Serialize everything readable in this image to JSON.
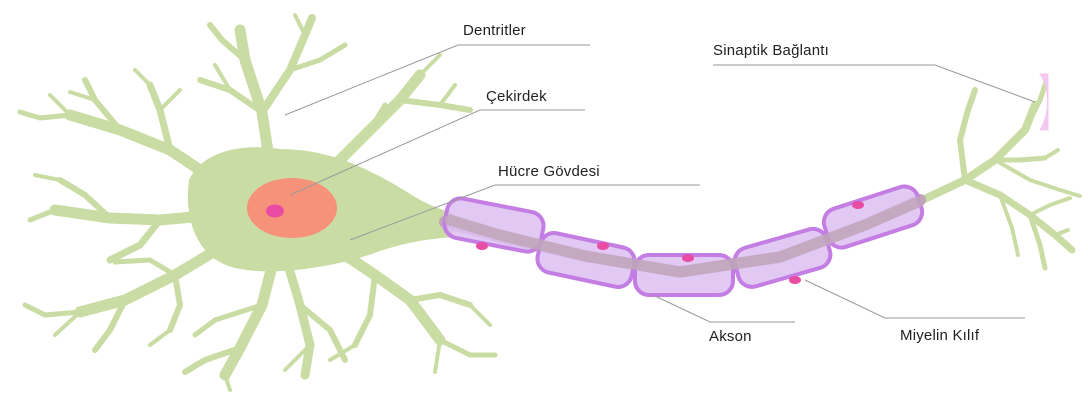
{
  "diagram": {
    "labels": {
      "dendrites": "Dentritler",
      "nucleus": "Çekirdek",
      "cell_body": "Hücre Gövdesi",
      "synapse": "Sinaptik Bağlantı",
      "axon": "Akson",
      "myelin": "Miyelin Kılıf"
    },
    "colors": {
      "neuron_body": "#c9dca4",
      "nucleus": "#f7927a",
      "nucleolus": "#e94ca4",
      "myelin_fill": "#ddbff2",
      "myelin_stroke": "#c37de3",
      "axon_core": "#bfa6b8",
      "synapse": "#f3c8f0",
      "leader_line": "#9a9a9a"
    }
  }
}
